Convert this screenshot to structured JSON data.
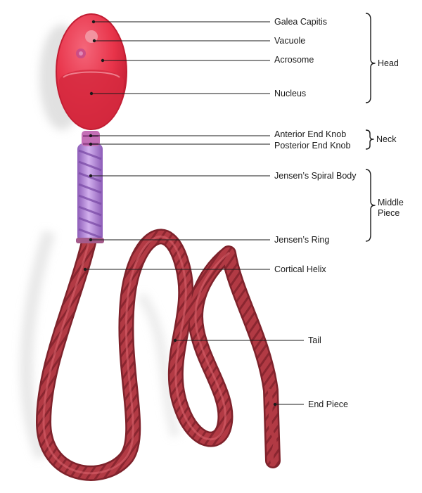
{
  "labels": {
    "galea_capitis": "Galea Capitis",
    "vacuole": "Vacuole",
    "acrosome": "Acrosome",
    "nucleus": "Nucleus",
    "anterior_end_knob": "Anterior End Knob",
    "posterior_end_knob": "Posterior End Knob",
    "jensens_spiral_body": "Jensen’s Spiral Body",
    "jensens_ring": "Jensen’s Ring",
    "cortical_helix": "Cortical Helix",
    "tail": "Tail",
    "end_piece": "End Piece"
  },
  "groups": {
    "head": "Head",
    "neck": "Neck",
    "middle_piece_line1": "Middle",
    "middle_piece_line2": "Piece"
  },
  "colors": {
    "head_fill": "#e8344a",
    "head_edge": "#c21d33",
    "nucleus_fill": "#d62a40",
    "middle_piece": "#b78ad8",
    "middle_piece_dark": "#8d5cb8",
    "tail": "#b23a44",
    "tail_dark": "#8a2630",
    "shadow": "#cfcfcf"
  }
}
